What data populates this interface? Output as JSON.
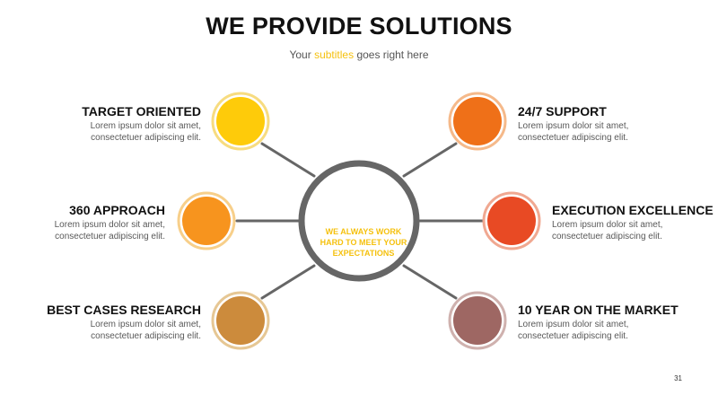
{
  "title": "WE PROVIDE SOLUTIONS",
  "subtitle": {
    "before": "Your ",
    "highlight": "subtitles",
    "after": " goes right here"
  },
  "center": {
    "line1": "WE ALWAYS WORK",
    "line2": "HARD TO MEET YOUR",
    "line3": "EXPECTATIONS"
  },
  "items": [
    {
      "heading": "TARGET ORIENTED",
      "line1": "Lorem ipsum dolor sit amet,",
      "line2": "consectetuer adipiscing elit.",
      "color": "#fecb0a",
      "ring": "#f7dc80"
    },
    {
      "heading": "360 APPROACH",
      "line1": "Lorem ipsum dolor sit amet,",
      "line2": "consectetuer adipiscing elit.",
      "color": "#f7941e",
      "ring": "#f7cf8a"
    },
    {
      "heading": "BEST CASES RESEARCH",
      "line1": "Lorem ipsum dolor sit amet,",
      "line2": "consectetuer adipiscing elit.",
      "color": "#cc8b3c",
      "ring": "#e6c794"
    },
    {
      "heading": "24/7 SUPPORT",
      "line1": "Lorem ipsum dolor sit amet,",
      "line2": "consectetuer adipiscing elit.",
      "color": "#ef7018",
      "ring": "#f5b98a"
    },
    {
      "heading": "EXECUTION EXCELLENCE",
      "line1": "Lorem ipsum dolor sit amet,",
      "line2": "consectetuer adipiscing elit.",
      "color": "#e84a24",
      "ring": "#f0a891"
    },
    {
      "heading": "10 YEAR ON THE MARKET",
      "line1": "Lorem ipsum dolor sit amet,",
      "line2": "consectetuer adipiscing elit.",
      "color": "#9e6763",
      "ring": "#cfb1ae"
    }
  ],
  "page_number": "31",
  "colors": {
    "hub_ring": "#666666",
    "connector": "#666666",
    "accent": "#f5c10e"
  }
}
